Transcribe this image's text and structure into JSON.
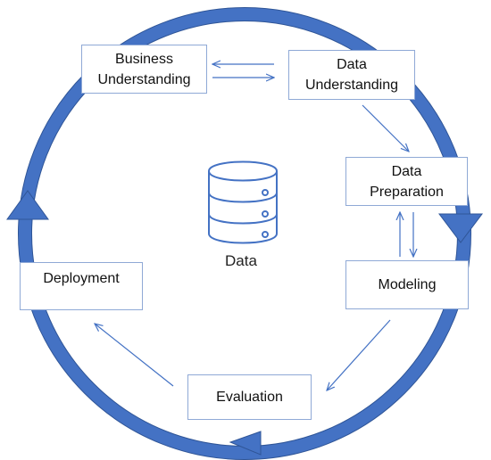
{
  "diagram": {
    "title": "",
    "center_label": "Data",
    "stages": {
      "business_understanding": [
        "Business",
        "Understanding"
      ],
      "data_understanding": [
        "Data",
        "Understanding"
      ],
      "data_preparation": [
        "Data",
        "Preparation"
      ],
      "modeling": "Modeling",
      "evaluation": "Evaluation",
      "deployment": "Deployment"
    },
    "colors": {
      "cycle": "#4472c4",
      "cycle_edge": "#2f5597",
      "arrow": "#4472c4",
      "box_border": "#8fa9d6",
      "icon": "#4472c4"
    }
  }
}
